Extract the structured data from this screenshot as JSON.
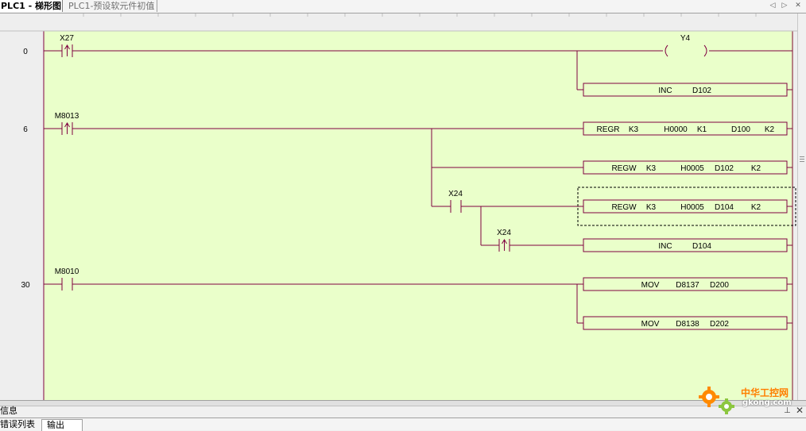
{
  "tabs": [
    {
      "label": "PLC1 - 梯形图"
    },
    {
      "label": "PLC1-预设软元件初值"
    }
  ],
  "nav": {
    "prev": "◁",
    "next": "▷",
    "close": "✕"
  },
  "rungs": [
    {
      "step": "0",
      "contacts": [
        {
          "type": "pulse-rising",
          "label": "X27"
        }
      ],
      "outputs": [
        {
          "type": "coil",
          "label": "Y4"
        },
        {
          "type": "instruction",
          "parts": [
            "INC",
            "D102"
          ]
        }
      ]
    },
    {
      "step": "6",
      "contacts": [
        {
          "type": "pulse-rising",
          "label": "M8013"
        },
        {
          "type": "no",
          "label": "X24"
        },
        {
          "type": "pulse-rising",
          "label": "X24"
        }
      ],
      "outputs": [
        {
          "type": "instruction",
          "parts": [
            "REGR",
            "K3",
            "H0000",
            "K1",
            "D100",
            "K2"
          ]
        },
        {
          "type": "instruction",
          "parts": [
            "REGW",
            "K3",
            "H0005",
            "D102",
            "K2"
          ]
        },
        {
          "type": "instruction",
          "parts": [
            "REGW",
            "K3",
            "H0005",
            "D104",
            "K2"
          ],
          "selected": true
        },
        {
          "type": "instruction",
          "parts": [
            "INC",
            "D104"
          ]
        }
      ]
    },
    {
      "step": "30",
      "contacts": [
        {
          "type": "no",
          "label": "M8010"
        }
      ],
      "outputs": [
        {
          "type": "instruction",
          "parts": [
            "MOV",
            "D8137",
            "D200"
          ]
        },
        {
          "type": "instruction",
          "parts": [
            "MOV",
            "D8138",
            "D202"
          ]
        }
      ]
    }
  ],
  "info_panel": {
    "title": "信息",
    "pin": "⊥",
    "close": "✕",
    "tabs": [
      {
        "label": "错误列表"
      },
      {
        "label": "输出"
      }
    ]
  },
  "watermark": {
    "text_cn": "中华工控网",
    "url": "gkong.com"
  },
  "colors": {
    "ladder_bg": "#eaffca",
    "line": "#800040",
    "selection": "#000000"
  }
}
